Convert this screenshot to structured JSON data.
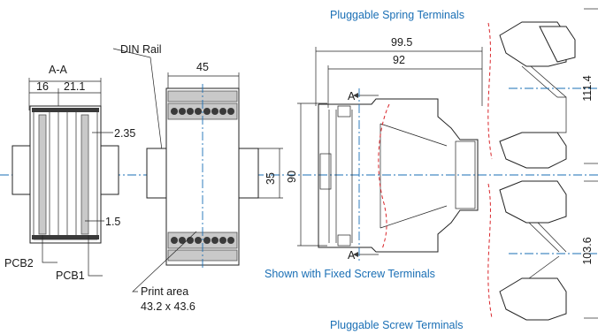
{
  "labels": {
    "section_aa": "A-A",
    "dim_16": "16",
    "dim_21_1": "21.1",
    "dim_2_35": "2.35",
    "dim_1_5": "1.5",
    "pcb2": "PCB2",
    "pcb1": "PCB1",
    "din_rail": "DIN Rail",
    "dim_45": "45",
    "dim_35": "35",
    "dim_90": "90",
    "print_area_1": "Print area",
    "print_area_2": "43.2 x 43.6",
    "dim_99_5": "99.5",
    "dim_92": "92",
    "section_a_top": "A",
    "section_a_bottom": "A",
    "fixed_screw": "Shown with Fixed Screw Terminals",
    "spring_terminals": "Pluggable Spring Terminals",
    "screw_terminals": "Pluggable Screw Terminals",
    "dim_111_4": "111.4",
    "dim_103_6": "103.6"
  },
  "colors": {
    "accent": "#1a6fb5",
    "centerline_red": "#d9262b"
  }
}
